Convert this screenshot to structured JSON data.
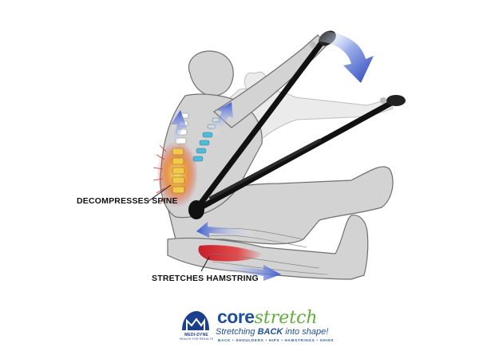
{
  "callouts": {
    "spine": "DECOMPRESSES SPINE",
    "hamstring": "STRETCHES HAMSTRING"
  },
  "brand": {
    "maker_name": "MEDI-DYNE",
    "maker_tagline": "HEALTH FOR RESULTS",
    "product_part1": "core",
    "product_part2": "stretch",
    "tagline_pre": "Stretching ",
    "tagline_bold": "BACK",
    "tagline_post": " into shape!",
    "subline": "BACK • SHOULDERS • HIPS • HAMSTRINGS • SHINS"
  },
  "colors": {
    "body_fill": "#d3d3d3",
    "body_stroke": "#6f6f6f",
    "arrow_blue": "#3b5bd0",
    "heat_red": "#d9342b",
    "spine_yellow": "#f2c94c",
    "spine_cyan": "#39b7d9",
    "bar_black": "#111111",
    "brand_blue": "#1d4f9e",
    "brand_green": "#5fae3a"
  }
}
